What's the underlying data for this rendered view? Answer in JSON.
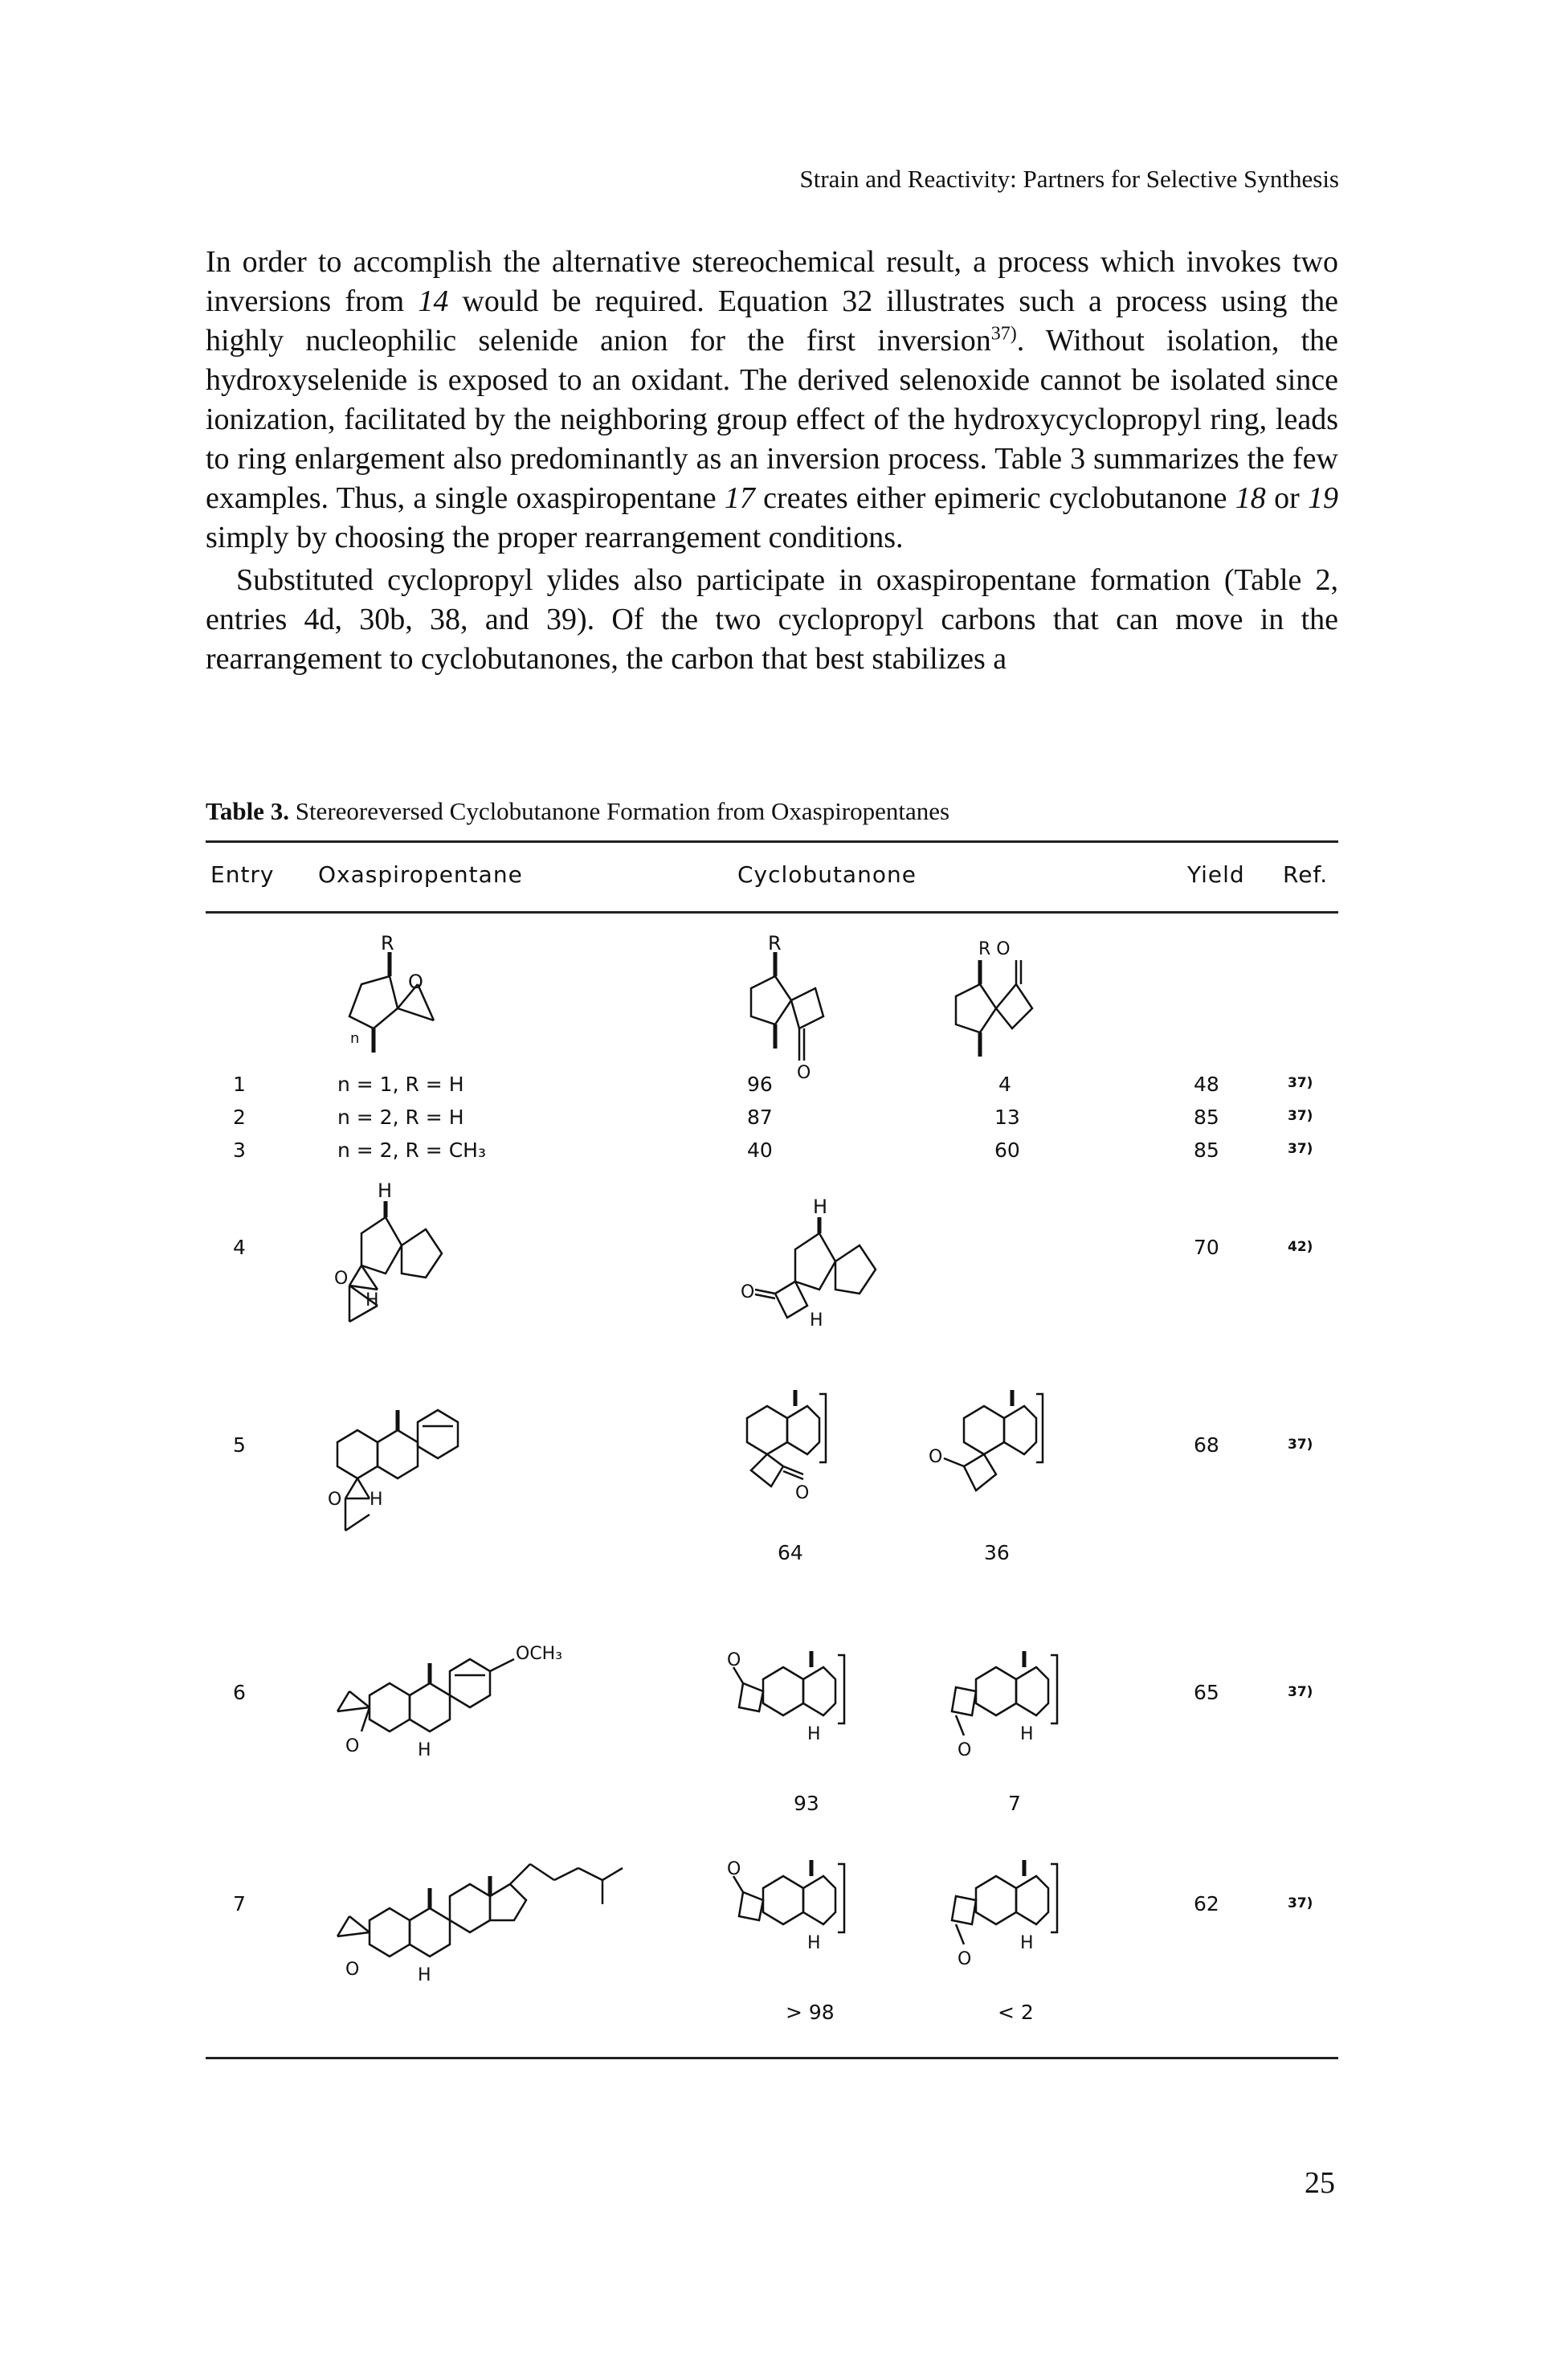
{
  "running_head": "Strain and Reactivity: Partners for Selective Synthesis",
  "paragraphs": {
    "p1_a": "In order to accomplish the alternative stereochemical result, a process which invokes two inversions from ",
    "p1_ref14": "14",
    "p1_b": " would be required. Equation 32 illustrates such a process using the highly nucleophilic selenide anion for the first inversion",
    "p1_cite": "37)",
    "p1_c": ". Without isolation, the hydroxyselenide is exposed to an oxidant. The derived selenoxide cannot be isolated since ionization, facilitated by the neighboring group effect of the hydroxycyclopropyl ring, leads to ring enlargement also predominantly as an inversion process. Table 3 summarizes the few examples. Thus, a single oxaspiropentane ",
    "p1_ref17": "17",
    "p1_d": " creates either epimeric cyclobutanone ",
    "p1_ref18": "18",
    "p1_e": " or ",
    "p1_ref19": "19",
    "p1_f": " simply by choosing the proper rearrangement conditions.",
    "p2": "Substituted cyclopropyl ylides also participate in oxaspiropentane formation (Table 2, entries 4d, 30b, 38, and 39). Of the two cyclopropyl carbons that can move in the rearrangement to cyclobutanones, the carbon that best stabilizes a"
  },
  "table": {
    "caption_label": "Table 3.",
    "caption_text": "Stereoreversed Cyclobutanone Formation from Oxaspiropentanes",
    "headers": {
      "entry": "Entry",
      "oxaspiropentane": "Oxaspiropentane",
      "cyclobutanone": "Cyclobutanone",
      "yield": "Yield",
      "ref": "Ref."
    },
    "rows": [
      {
        "entry": "1",
        "substituents": "n = 1,  R = H",
        "ratio_a": "96",
        "ratio_b": "4",
        "yield": "48",
        "ref": "37)"
      },
      {
        "entry": "2",
        "substituents": "n = 2,  R = H",
        "ratio_a": "87",
        "ratio_b": "13",
        "yield": "85",
        "ref": "37)"
      },
      {
        "entry": "3",
        "substituents": "n = 2,  R = CH₃",
        "ratio_a": "40",
        "ratio_b": "60",
        "yield": "85",
        "ref": "37)"
      },
      {
        "entry": "4",
        "ratio_a": "",
        "ratio_b": "",
        "yield": "70",
        "ref": "42)"
      },
      {
        "entry": "5",
        "ratio_a": "64",
        "ratio_b": "36",
        "yield": "68",
        "ref": "37)"
      },
      {
        "entry": "6",
        "ratio_a": "93",
        "ratio_b": "7",
        "yield": "65",
        "ref": "37)"
      },
      {
        "entry": "7",
        "ratio_a": "> 98",
        "ratio_b": "< 2",
        "yield": "62",
        "ref": "37)"
      }
    ],
    "structure_labels": {
      "R": "R",
      "O": "O",
      "n": "n",
      "H": "H",
      "RO": "R O",
      "OCH3": "OCH₃"
    }
  },
  "page_number": "25"
}
